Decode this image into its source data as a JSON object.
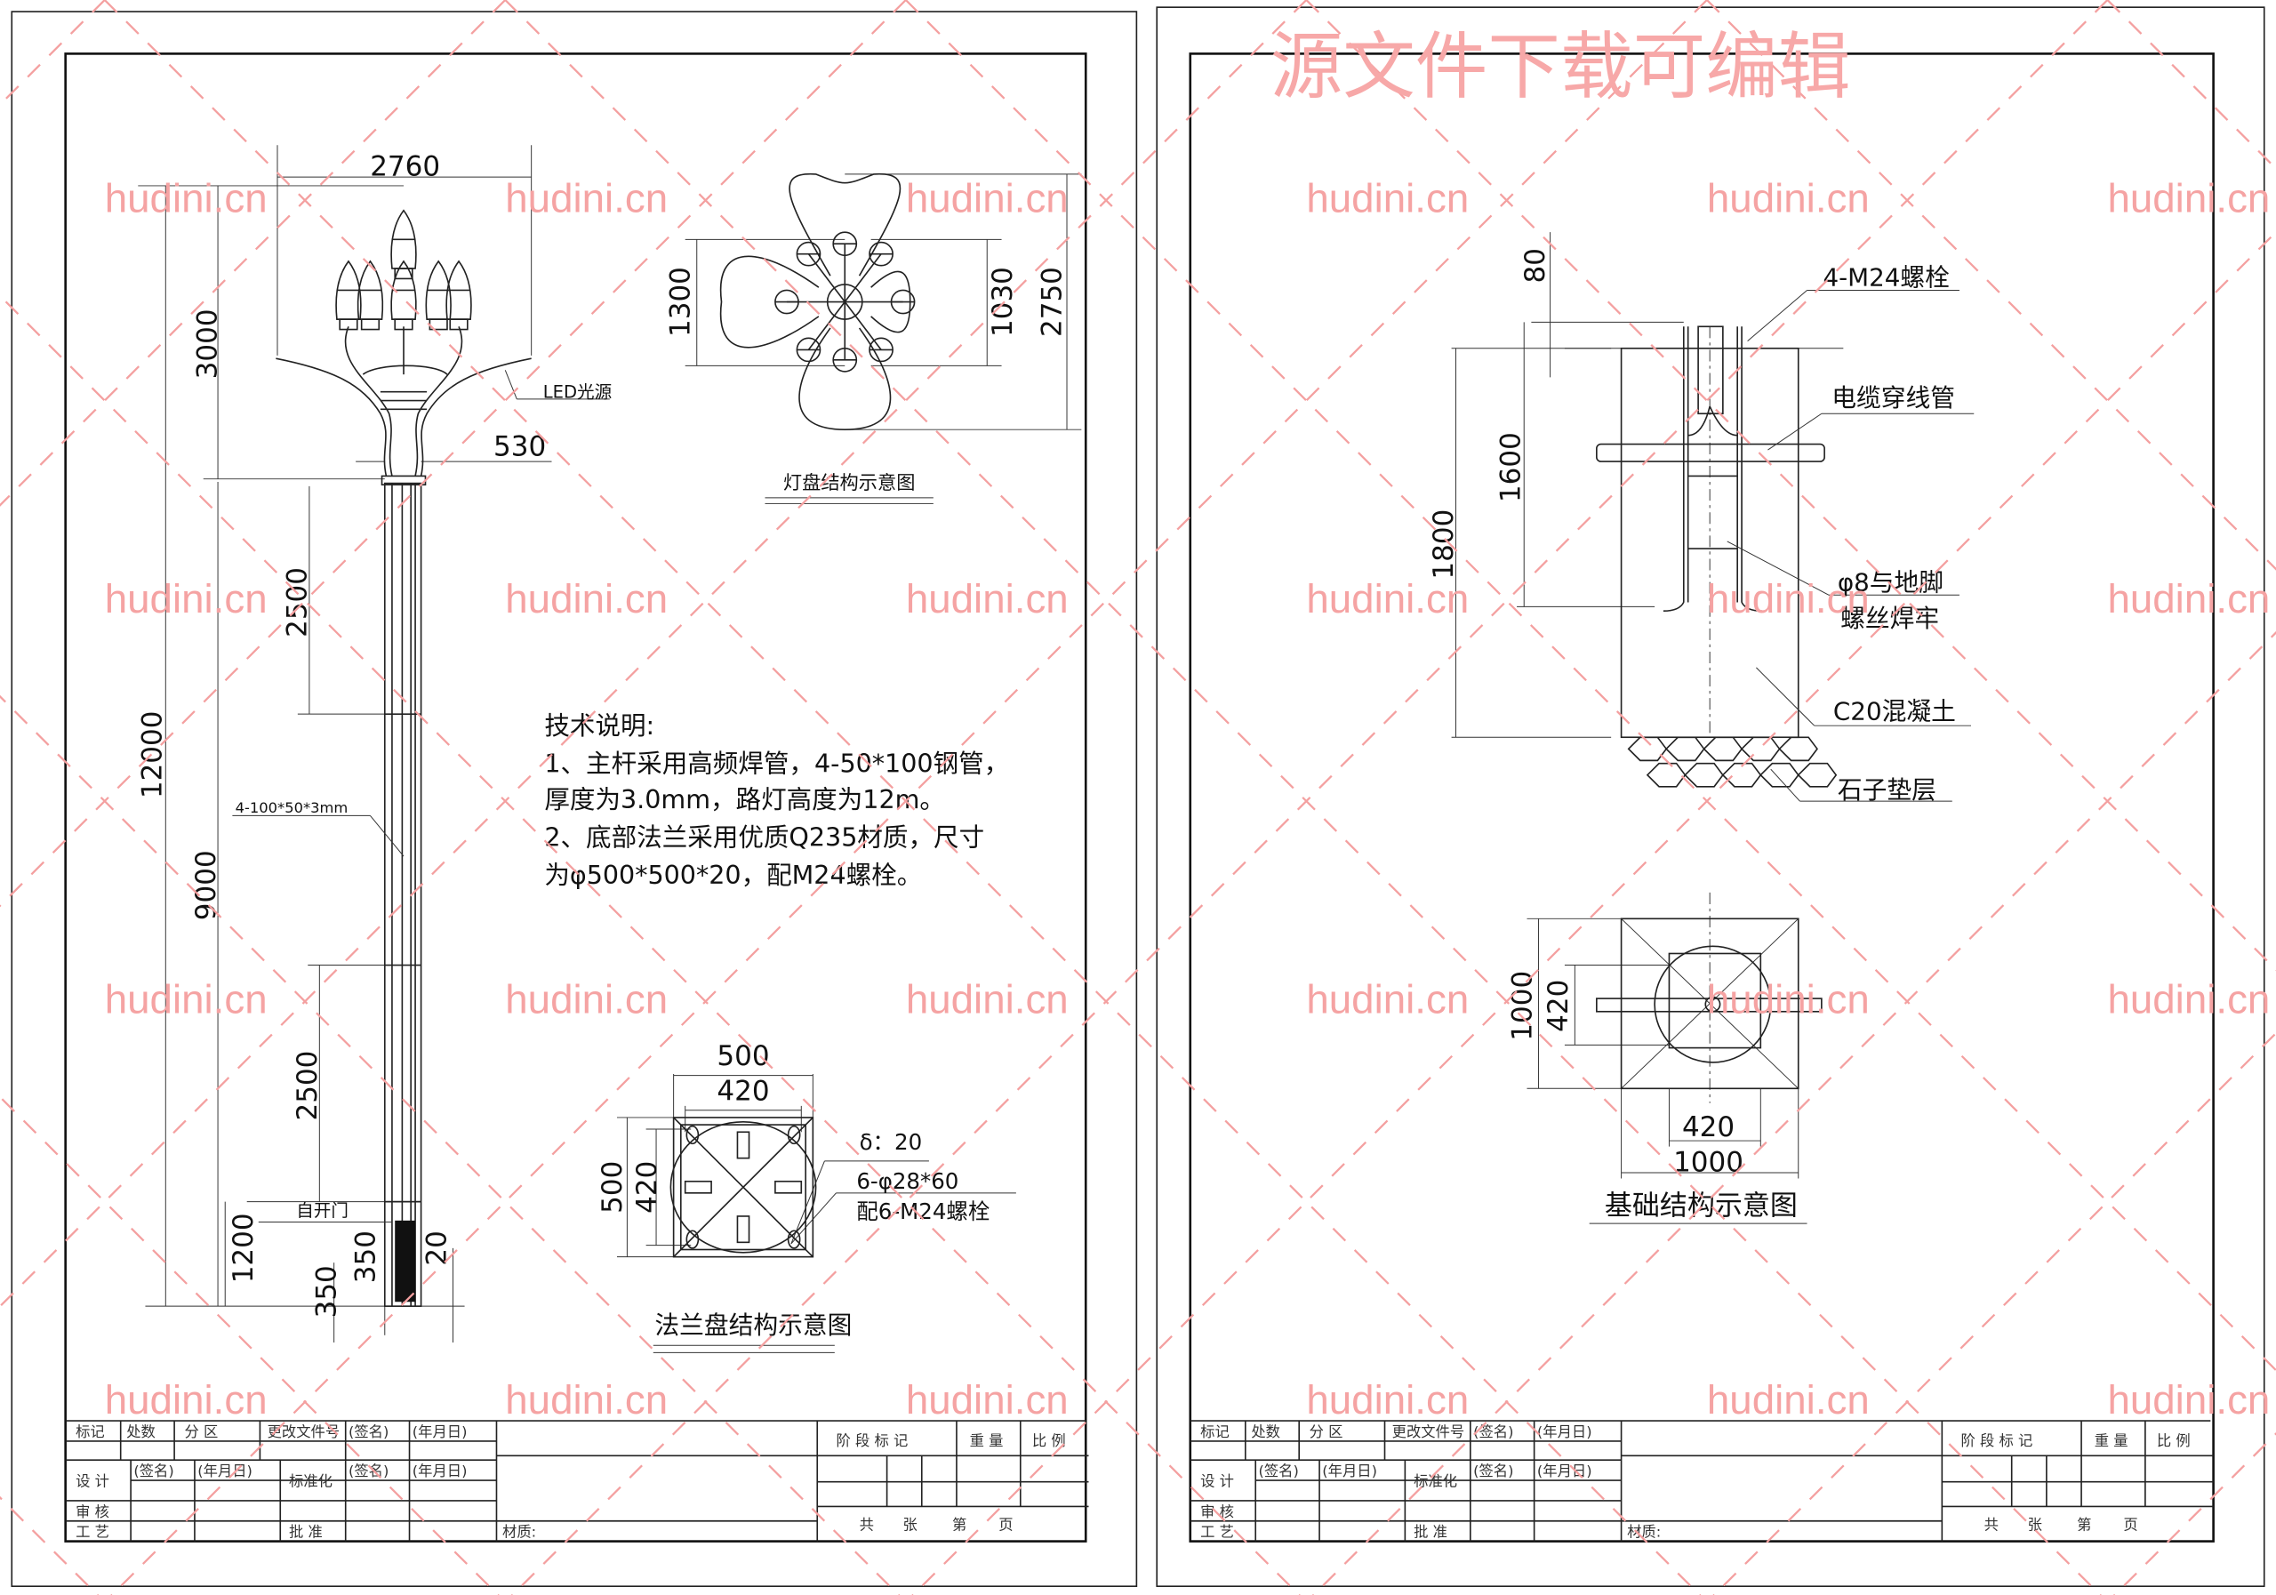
{
  "watermark": {
    "site": "hudini.cn",
    "banner": "源文件下载可编辑",
    "color": "#f4a0a0"
  },
  "pole": {
    "dims": {
      "width_top": "2760",
      "head_height": "3000",
      "total_height": "12000",
      "upper_seg": "2500",
      "mid_seg": "9000",
      "lower_seg": "2500",
      "door_height": "1200",
      "door_a": "350",
      "door_b": "350",
      "door_gap": "20",
      "neck": "530"
    },
    "led_label": "LED光源",
    "tube_label": "4-100*50*3mm",
    "door_label": "自开门"
  },
  "lamp_plate": {
    "title": "灯盘结构示意图",
    "dims": {
      "total": "2750",
      "inner": "1030",
      "side": "1300"
    }
  },
  "notes": {
    "heading": "技术说明:",
    "lines": [
      "1、主杆采用高频焊管，4-50*100钢管，",
      "厚度为3.0mm，路灯高度为12m。",
      "2、底部法兰采用优质Q235材质，尺寸",
      "为φ500*500*20，配M24螺栓。"
    ]
  },
  "flange": {
    "title": "法兰盘结构示意图",
    "dims": {
      "outer_w": "500",
      "inner_w": "420",
      "outer_h": "500",
      "inner_h": "420"
    },
    "thickness": "δ：20",
    "holes": "6-φ28*60",
    "bolts": "配6-M24螺栓"
  },
  "foundation": {
    "title": "基础结构示意图",
    "dims": {
      "protrude": "80",
      "bolt_depth": "1600",
      "depth": "1800",
      "plan_outer": "1000",
      "plan_inner": "420",
      "plan_inner_w": "420",
      "plan_outer_w": "1000"
    },
    "labels": {
      "bolts": "4-M24螺栓",
      "conduit": "电缆穿线管",
      "rebar_1": "φ8与地脚",
      "rebar_2": "螺丝焊牢",
      "concrete": "C20混凝土",
      "gravel": "石子垫层"
    }
  },
  "title_block": {
    "mark": "标记",
    "count": "处数",
    "zone": "分 区",
    "change_doc": "更改文件号",
    "sign": "(签名)",
    "date": "(年月日)",
    "design": "设 计",
    "standard": "标准化",
    "review": "审 核",
    "process": "工 艺",
    "approve": "批 准",
    "material": "材质:",
    "stage": "阶 段 标 记",
    "weight": "重 量",
    "scale": "比 例",
    "total": "共",
    "sheets": "张",
    "nth": "第",
    "page": "页"
  }
}
